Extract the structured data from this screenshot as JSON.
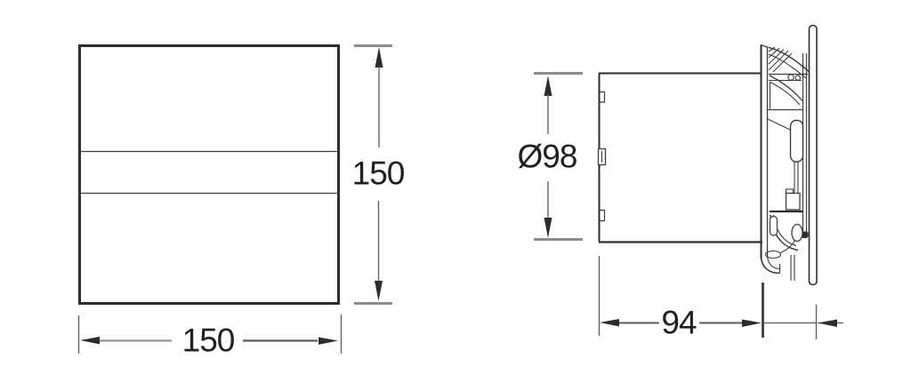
{
  "drawing": {
    "front_view": {
      "width_label": "150",
      "height_label": "150"
    },
    "side_view": {
      "diameter_label": "Ø98",
      "depth_label": "94"
    },
    "colors": {
      "line": "#2d2d2d",
      "thin": "#3c3c3c",
      "dim": "#5a5a5a",
      "dimlight": "#949494",
      "bar": "#8c8c8c",
      "text": "#1f1f1f",
      "bg": "#ffffff"
    }
  }
}
